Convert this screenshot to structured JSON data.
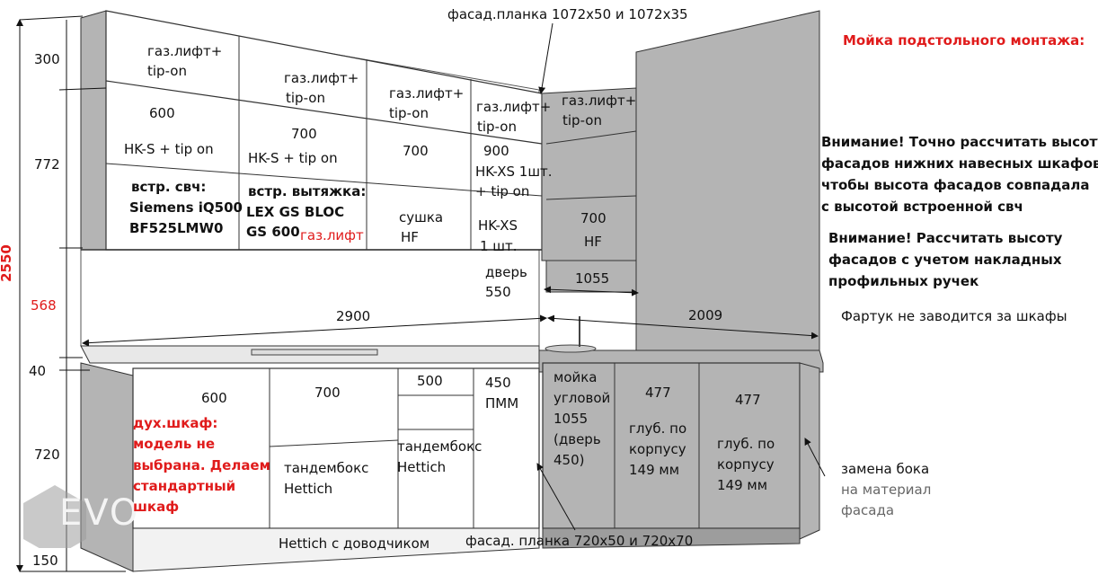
{
  "facade_plank_top": "фасад.планка 1072х50 и 1072х35",
  "sink_title": "Мойка подстольного монтажа:",
  "height_total": "2550",
  "dims": {
    "d300": "300",
    "d772": "772",
    "d568": "568",
    "d40": "40",
    "d720": "720",
    "d150": "150",
    "d2900": "2900",
    "d2009": "2009",
    "d1055": "1055"
  },
  "upper": {
    "c1_gas": "газ.лифт+",
    "c1_tip": "tip-on",
    "c1_w": "600",
    "c1_hk": "HK-S + tip on",
    "c1_mw1": "встр. свч:",
    "c1_mw2": "Siemens iQ500",
    "c1_mw3": "BF525LMW0",
    "c2_gas": "газ.лифт+",
    "c2_tip": "tip-on",
    "c2_w": "700",
    "c2_hk": "HK-S + tip on",
    "c2_hood1": "встр. вытяжка:",
    "c2_hood2": "LEX GS BLOC",
    "c2_hood3": "GS 600",
    "c2_hood_lift": "газ.лифт",
    "c3_gas": "газ.лифт+",
    "c3_tip": "tip-on",
    "c3_w": "700",
    "c3_dry1": "сушка",
    "c3_dry2": "HF",
    "c4_gas": "газ.лифт+",
    "c4_tip": "tip-on",
    "c4_w": "900",
    "c4_hk1": "HK-XS 1шт.",
    "c4_hk2": "+ tip on",
    "c4_hk3": "HK-XS",
    "c4_hk4": "1 шт.",
    "door1": "дверь",
    "door2": "550",
    "c5_gas": "газ.лифт+",
    "c5_tip": "tip-on",
    "c5_w": "700",
    "c5_hf": "HF"
  },
  "lower": {
    "l1_w": "600",
    "l1_oven1": "дух.шкаф:",
    "l1_oven2": "модель не",
    "l1_oven3": "выбрана. Делаем",
    "l1_oven4": "стандартный",
    "l1_oven5": "шкаф",
    "l2_w": "700",
    "l2_tb1": "тандембокс",
    "l2_tb2": "Hettich",
    "l3_w": "500",
    "l3_tb1": "тандембокс",
    "l3_tb2": "Hettich",
    "l4_w1": "450",
    "l4_w2": "ПММ",
    "sink1": "мойка",
    "sink2": "угловой",
    "sink3": "1055",
    "sink4": "(дверь",
    "sink5": "450)",
    "l5_w": "477",
    "l5_d1": "глуб. по",
    "l5_d2": "корпусу",
    "l5_d3": "149 мм",
    "l6_w": "477",
    "l6_d1": "глуб. по",
    "l6_d2": "корпусу",
    "l6_d3": "149 мм"
  },
  "hettich_closer": "Hettich с доводчиком",
  "facade_plank_bottom": "фасад. планка 720х50 и 720х70",
  "notes": {
    "n1_l1": "Внимание! Точно рассчитать высоту",
    "n1_l2": "фасадов нижних навесных шкафов,",
    "n1_l3": "чтобы высота фасадов совпадала",
    "n1_l4": "с высотой встроенной свч",
    "n2_l1": "Внимание! Рассчитать высоту",
    "n2_l2": "фасадов с учетом накладных",
    "n2_l3": "профильных ручек",
    "apron": "Фартук не заводится за шкафы",
    "side1": "замена бока",
    "side2": "на материал",
    "side3": "фасада"
  },
  "logo_text": "EVO",
  "colors": {
    "panel_grey": "#b4b4b4",
    "panel_dark": "#9d9d9d",
    "line": "#2a2a2a",
    "red": "#e01b1b"
  }
}
